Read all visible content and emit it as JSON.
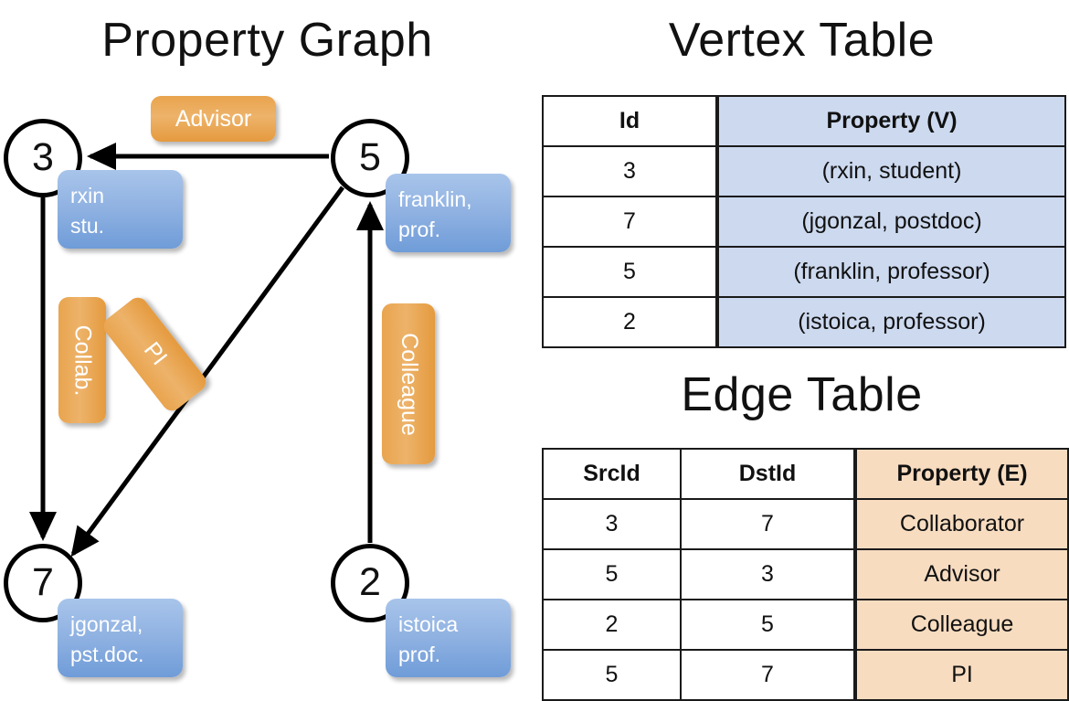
{
  "titles": {
    "property_graph": "Property Graph",
    "vertex_table": "Vertex Table",
    "edge_table": "Edge Table"
  },
  "graph": {
    "nodes": [
      {
        "id": "3",
        "property": "rxin\nstu."
      },
      {
        "id": "5",
        "property": "franklin,\nprof."
      },
      {
        "id": "7",
        "property": "jgonzal,\npst.doc."
      },
      {
        "id": "2",
        "property": "istoica\nprof."
      }
    ],
    "node_labels": {
      "n3": "3",
      "n5": "5",
      "n7": "7",
      "n2": "2"
    },
    "property_boxes": {
      "rxin_line1": "rxin",
      "rxin_line2": "stu.",
      "franklin_line1": "franklin,",
      "franklin_line2": "prof.",
      "jgonzal_line1": "jgonzal,",
      "jgonzal_line2": "pst.doc.",
      "istoica_line1": "istoica",
      "istoica_line2": "prof."
    },
    "edge_labels": {
      "advisor": "Advisor",
      "collab": "Collab.",
      "pi": "PI",
      "colleague": "Colleague"
    }
  },
  "vertex_table": {
    "headers": [
      "Id",
      "Property (V)"
    ],
    "rows": [
      {
        "id": "3",
        "property": "(rxin, student)"
      },
      {
        "id": "7",
        "property": "(jgonzal, postdoc)"
      },
      {
        "id": "5",
        "property": "(franklin, professor)"
      },
      {
        "id": "2",
        "property": "(istoica, professor)"
      }
    ]
  },
  "edge_table": {
    "headers": [
      "SrcId",
      "DstId",
      "Property (E)"
    ],
    "rows": [
      {
        "src": "3",
        "dst": "7",
        "property": "Collaborator"
      },
      {
        "src": "5",
        "dst": "3",
        "property": "Advisor"
      },
      {
        "src": "2",
        "dst": "5",
        "property": "Colleague"
      },
      {
        "src": "5",
        "dst": "7",
        "property": "PI"
      }
    ]
  },
  "colors": {
    "vertex_property_fill": "#ccd9ef",
    "edge_property_fill": "#f7dcc0",
    "node_box_blue": "#8cb0e0",
    "edge_label_orange": "#e9a54f",
    "border": "#1a1a1a",
    "background": "#ffffff"
  }
}
